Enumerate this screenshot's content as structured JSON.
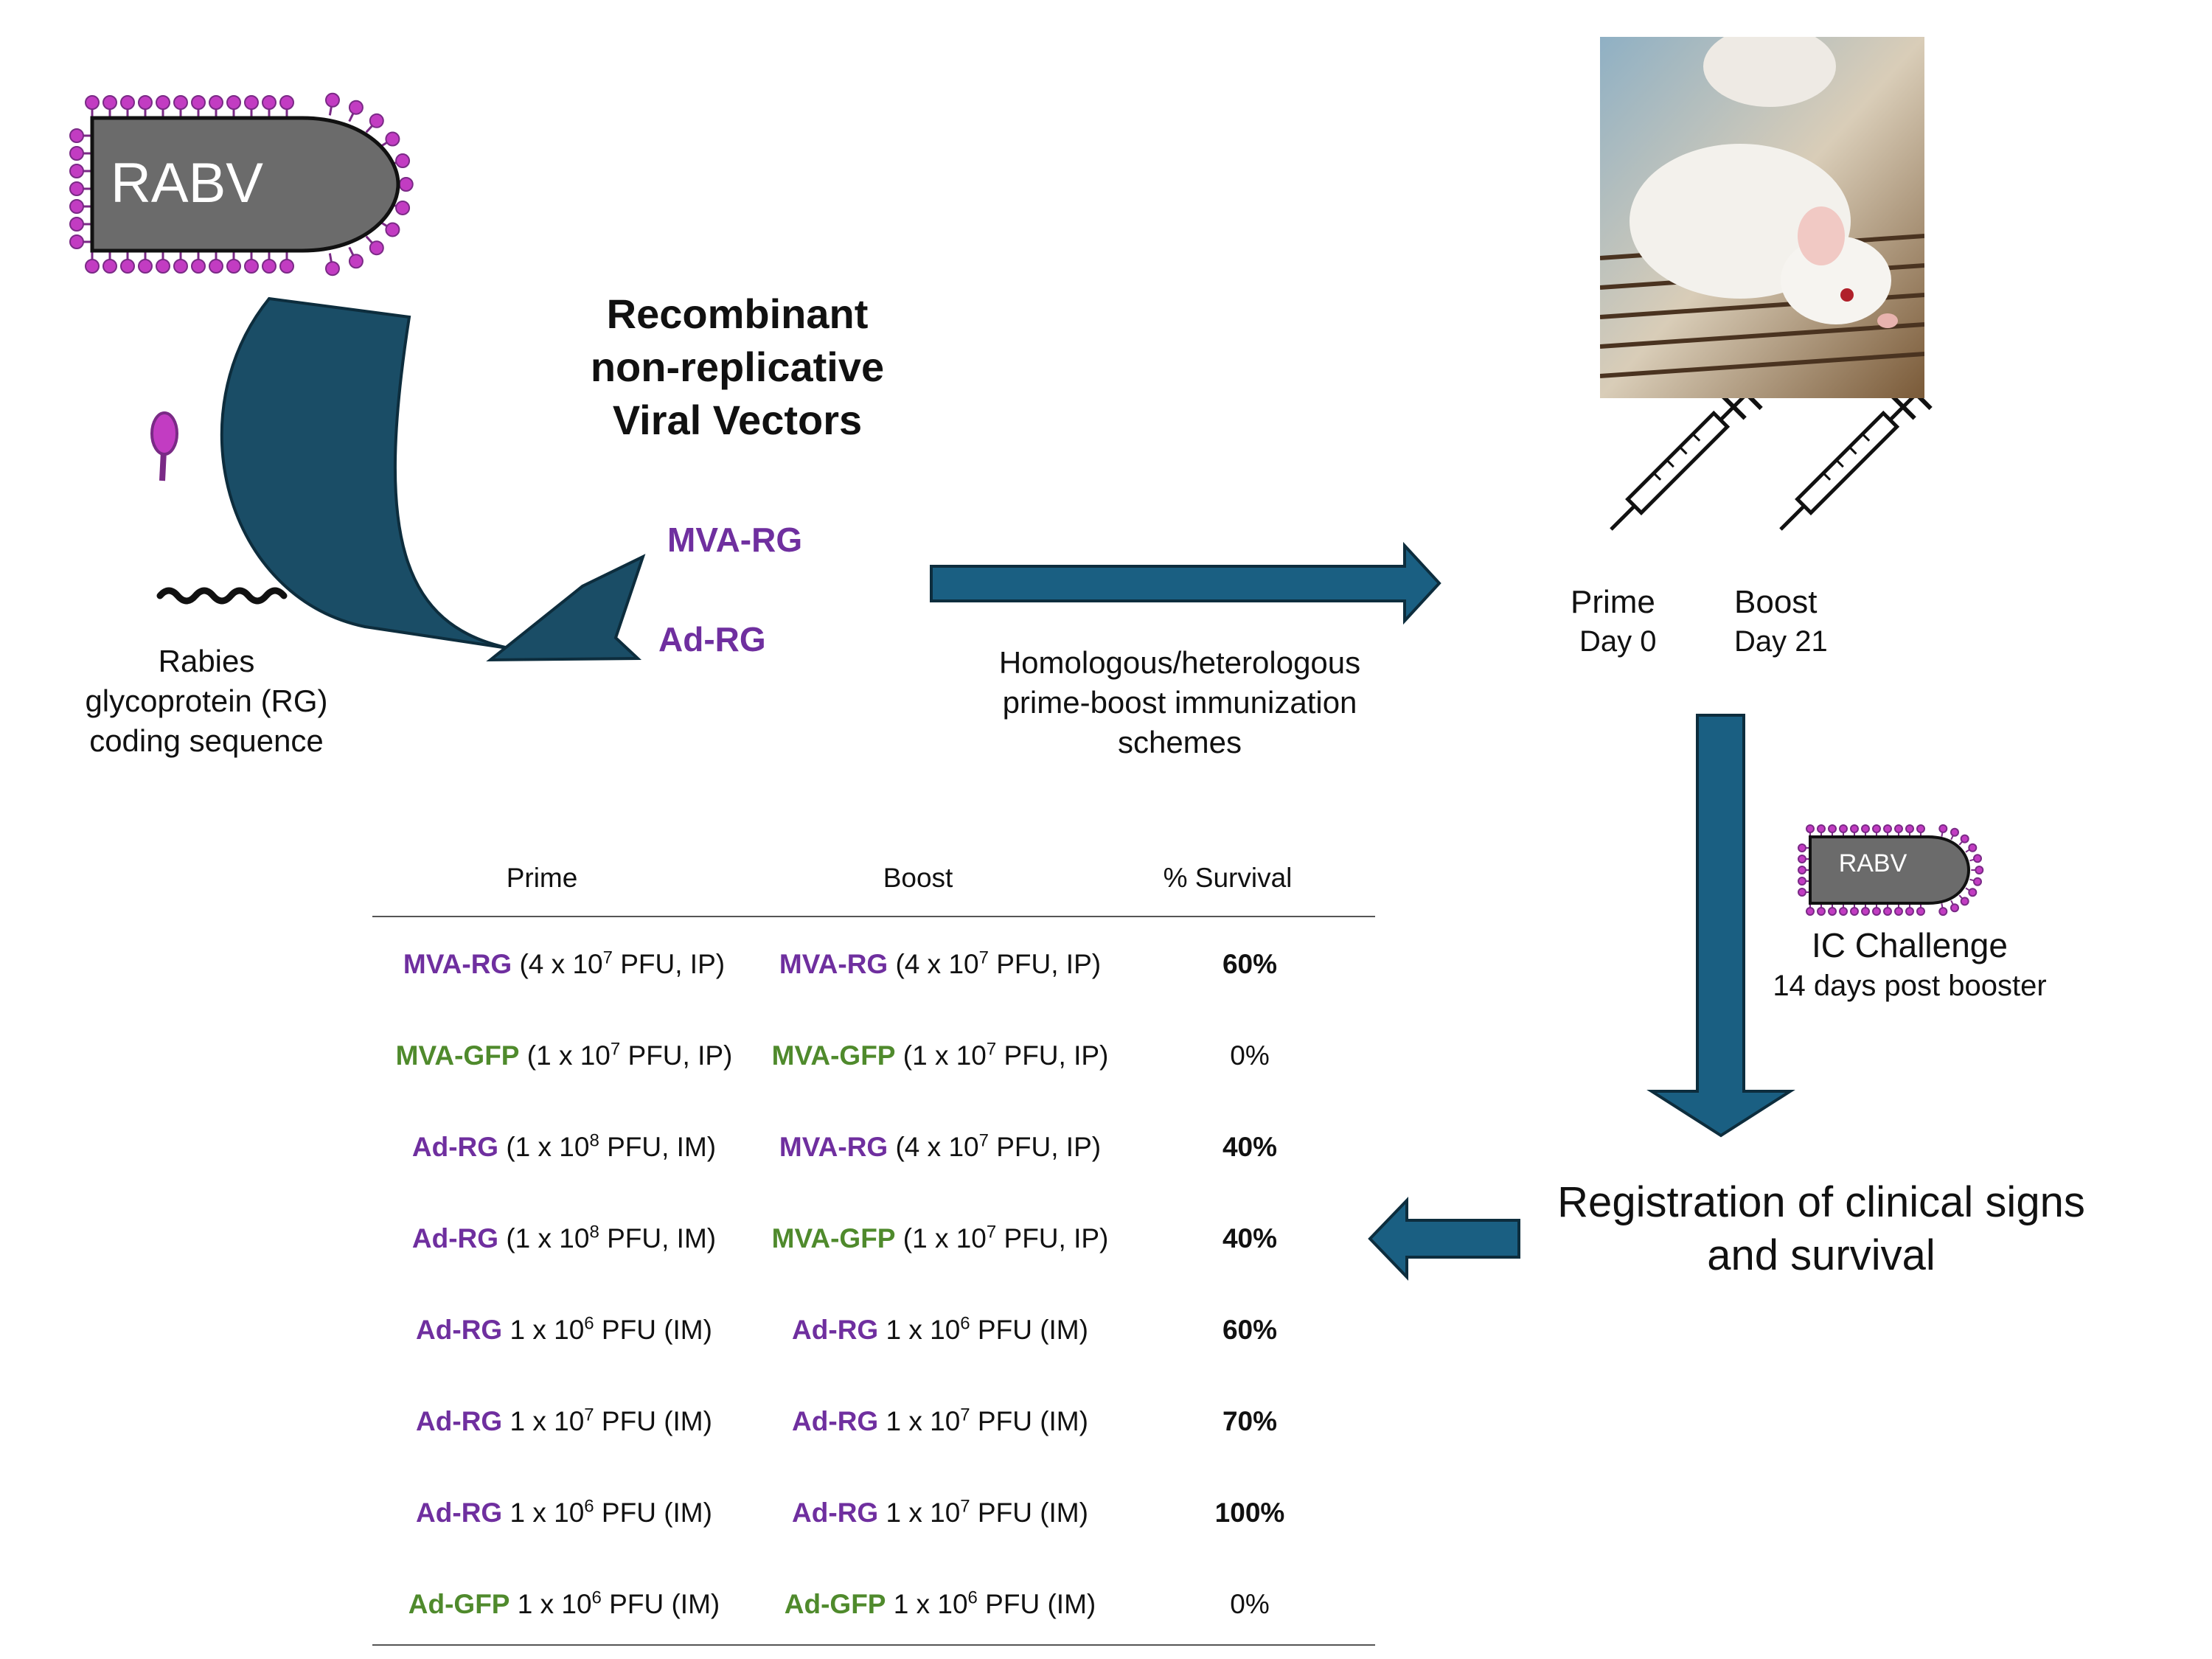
{
  "virus": {
    "label": "RABV"
  },
  "gene_caption": [
    "Rabies",
    "glycoprotein (RG)",
    "coding sequence"
  ],
  "title_lines": [
    "Recombinant",
    "non-replicative",
    "Viral Vectors"
  ],
  "vectors": [
    "MVA-RG",
    "Ad-RG"
  ],
  "scheme_caption": [
    "Homologous/heterologous",
    "prime-boost immunization",
    "schemes"
  ],
  "prime": {
    "label": "Prime",
    "day": "Day 0"
  },
  "boost": {
    "label": "Boost",
    "day": "Day 21"
  },
  "challenge": {
    "virus_label": "RABV",
    "title": "IC Challenge",
    "subtitle": "14 days post booster"
  },
  "registration": [
    "Registration of clinical signs",
    "and survival"
  ],
  "table": {
    "headers": {
      "prime": "Prime",
      "boost": "Boost",
      "survival": "% Survival"
    },
    "rows": [
      {
        "prime": {
          "vector": "MVA-RG",
          "pre": " (4 x 10",
          "exp": "7",
          "post": " PFU, IP)"
        },
        "boost": {
          "vector": "MVA-RG",
          "pre": " (4 x 10",
          "exp": "7",
          "post": " PFU, IP)"
        },
        "survival": "60%",
        "survival_bold": true
      },
      {
        "prime": {
          "vector": "MVA-GFP",
          "pre": " (1 x 10",
          "exp": "7",
          "post": " PFU, IP)"
        },
        "boost": {
          "vector": "MVA-GFP",
          "pre": " (1 x 10",
          "exp": "7",
          "post": " PFU, IP)"
        },
        "survival": "0%",
        "survival_bold": false
      },
      {
        "prime": {
          "vector": "Ad-RG",
          "pre": " (1 x 10",
          "exp": "8",
          "post": " PFU, IM)"
        },
        "boost": {
          "vector": "MVA-RG",
          "pre": " (4 x 10",
          "exp": "7",
          "post": " PFU, IP)"
        },
        "survival": "40%",
        "survival_bold": true
      },
      {
        "prime": {
          "vector": "Ad-RG",
          "pre": " (1 x 10",
          "exp": "8",
          "post": " PFU, IM)"
        },
        "boost": {
          "vector": "MVA-GFP",
          "pre": " (1 x 10",
          "exp": "7",
          "post": " PFU, IP)"
        },
        "survival": "40%",
        "survival_bold": true
      },
      {
        "prime": {
          "vector": "Ad-RG",
          "pre": " 1 x 10",
          "exp": "6",
          "post": " PFU (IM)"
        },
        "boost": {
          "vector": "Ad-RG",
          "pre": " 1 x 10",
          "exp": "6",
          "post": " PFU (IM)"
        },
        "survival": "60%",
        "survival_bold": true
      },
      {
        "prime": {
          "vector": "Ad-RG",
          "pre": " 1 x 10",
          "exp": "7",
          "post": " PFU (IM)"
        },
        "boost": {
          "vector": "Ad-RG",
          "pre": " 1 x 10",
          "exp": "7",
          "post": " PFU (IM)"
        },
        "survival": "70%",
        "survival_bold": true
      },
      {
        "prime": {
          "vector": "Ad-RG",
          "pre": " 1 x 10",
          "exp": "6",
          "post": " PFU (IM)"
        },
        "boost": {
          "vector": "Ad-RG",
          "pre": " 1 x 10",
          "exp": "7",
          "post": " PFU (IM)"
        },
        "survival": "100%",
        "survival_bold": true
      },
      {
        "prime": {
          "vector": "Ad-GFP",
          "pre": " 1 x 10",
          "exp": "6",
          "post": " PFU (IM)"
        },
        "boost": {
          "vector": "Ad-GFP",
          "pre": " 1 x 10",
          "exp": "6",
          "post": " PFU (IM)"
        },
        "survival": "0%",
        "survival_bold": false
      }
    ]
  },
  "colors": {
    "rg_vector": "#6f2f9f",
    "gfp_vector": "#4f8a2c",
    "arrow_fill": "#1a5f82",
    "virion_body": "#6b6b6b",
    "spike": "#c23cc2"
  }
}
